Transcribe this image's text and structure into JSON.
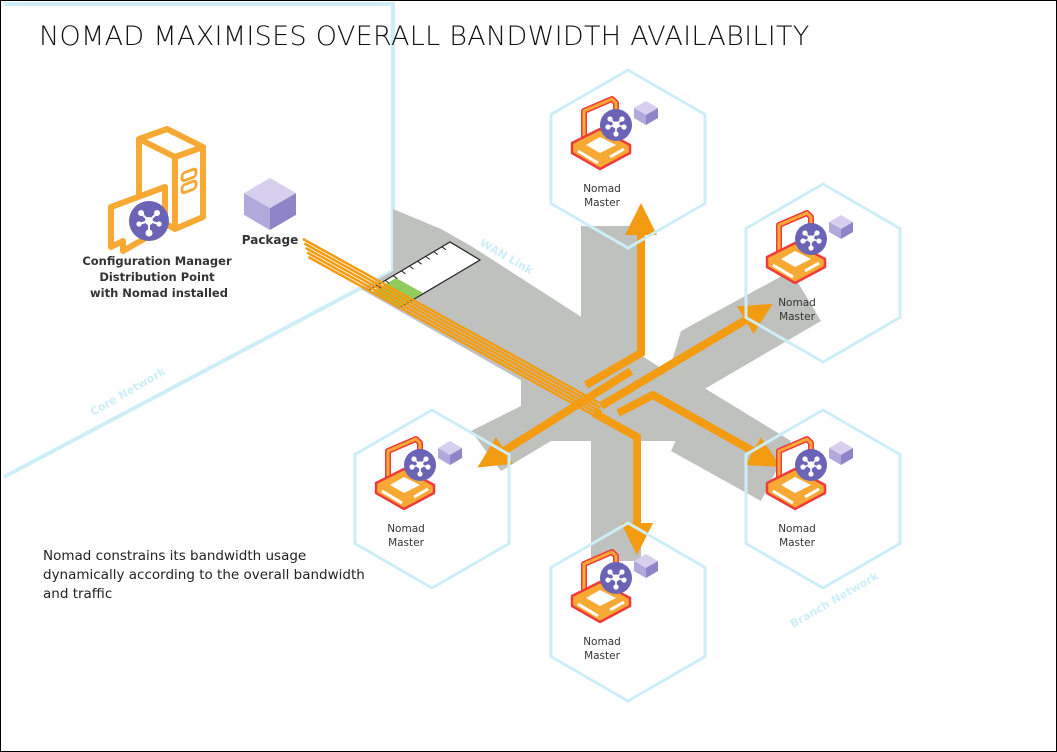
{
  "title": "NOMAD MAXIMISES OVERALL BANDWIDTH AVAILABILITY",
  "source": {
    "label_lines": [
      "Configuration Manager",
      "Distribution Point",
      "with Nomad installed"
    ],
    "icon": "server-with-nomad-icon"
  },
  "package": {
    "label": "Package",
    "icon": "package-cube-icon"
  },
  "zones": {
    "core": "Core Network",
    "wan": "WAN Link",
    "branch": "Branch Network"
  },
  "masters": [
    {
      "id": "top",
      "line1": "Nomad",
      "line2": "Master"
    },
    {
      "id": "upper-right",
      "line1": "Nomad",
      "line2": "Master"
    },
    {
      "id": "lower-right",
      "line1": "Nomad",
      "line2": "Master"
    },
    {
      "id": "bottom",
      "line1": "Nomad",
      "line2": "Master"
    },
    {
      "id": "lower-left",
      "line1": "Nomad",
      "line2": "Master"
    }
  ],
  "wan_gauge": {
    "ticks": 9,
    "streams": 5
  },
  "note": "Nomad constrains its bandwidth usage dynamically according to the overall bandwidth and traffic",
  "colors": {
    "accent_orange": "#f39c12",
    "hex_border": "#cdeef7",
    "road_gray": "#bec1bd",
    "cube_purple": "#9b8fcc",
    "nomad_badge": "#6b63b5",
    "laptop_red": "#ef3b3b",
    "gauge_green": "#7cc242"
  }
}
